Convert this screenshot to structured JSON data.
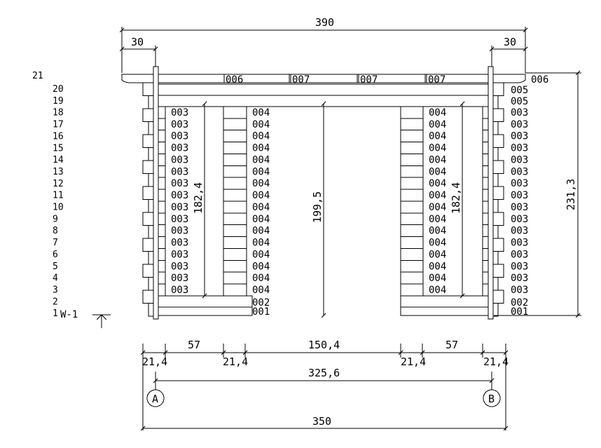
{
  "dimensions": {
    "total_top": "390",
    "overhang_left": "30",
    "overhang_right": "30",
    "height_total": "231,3",
    "opening_center": "199,5",
    "window_left": "182,4",
    "window_right": "182,4",
    "seg_wall_left": "21,4",
    "seg_window_left": "57",
    "seg_wall_mid_left": "21,4",
    "seg_door": "150,4",
    "seg_wall_mid_right": "21,4",
    "seg_window_right": "57",
    "seg_wall_right": "21,4",
    "axis_span": "325,6",
    "total_bottom": "350"
  },
  "axes": {
    "left": "A",
    "right": "B"
  },
  "wall_label": "W-1",
  "row_numbers": [
    "21",
    "20",
    "19",
    "18",
    "17",
    "16",
    "15",
    "14",
    "13",
    "12",
    "11",
    "10",
    "9",
    "8",
    "7",
    "6",
    "5",
    "4",
    "3",
    "2",
    "1"
  ],
  "roof_parts": [
    "006",
    "007",
    "007",
    "007"
  ],
  "roof_end_label": "006",
  "beam_labels": [
    "005",
    "005"
  ],
  "left_window_labels": [
    "003",
    "003",
    "003",
    "003",
    "003",
    "003",
    "003",
    "003",
    "003",
    "003",
    "003",
    "003",
    "003",
    "003",
    "003",
    "003"
  ],
  "left_mid_labels": [
    "004",
    "004",
    "004",
    "004",
    "004",
    "004",
    "004",
    "004",
    "004",
    "004",
    "004",
    "004",
    "004",
    "004",
    "004",
    "004"
  ],
  "right_mid_labels": [
    "004",
    "004",
    "004",
    "004",
    "004",
    "004",
    "004",
    "004",
    "004",
    "004",
    "004",
    "004",
    "004",
    "004",
    "004",
    "004"
  ],
  "right_outer_labels": [
    "003",
    "003",
    "003",
    "003",
    "003",
    "003",
    "003",
    "003",
    "003",
    "003",
    "003",
    "003",
    "003",
    "003",
    "003",
    "003"
  ],
  "bottom_labels_left": [
    "002",
    "001"
  ],
  "bottom_labels_right": [
    "002",
    "001"
  ]
}
